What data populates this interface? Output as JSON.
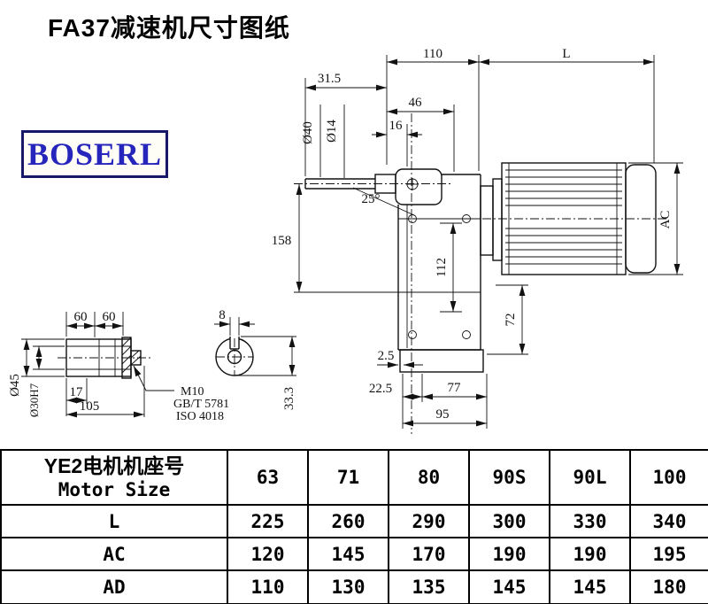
{
  "title": "FA37减速机尺寸图纸",
  "logo": {
    "text": "BOSERL"
  },
  "drawing": {
    "top": {
      "d110": "110",
      "dL": "L",
      "d31_5": "31.5",
      "d46": "46",
      "d16": "16",
      "dia40": "Ø40",
      "dia14": "Ø14",
      "ang25": "25°"
    },
    "main": {
      "d158": "158",
      "d112": "112",
      "dAC": "AC",
      "d72": "72",
      "d2_5": "2.5",
      "d22_5": "22.5",
      "d77": "77",
      "d95": "95"
    },
    "detail": {
      "d60a": "60",
      "d60b": "60",
      "d8": "8",
      "dia45": "Ø45",
      "dia30": "Ø30H7",
      "d17": "17",
      "d105": "105",
      "m10": "M10",
      "gbt": "GB/T 5781",
      "iso": "ISO 4018",
      "d33_3": "33.3"
    }
  },
  "table": {
    "header_cn": "YE2电机机座号",
    "header_en": "Motor Size",
    "columns": [
      "63",
      "71",
      "80",
      "90S",
      "90L",
      "100"
    ],
    "rows": [
      {
        "label": "L",
        "values": [
          "225",
          "260",
          "290",
          "300",
          "330",
          "340"
        ]
      },
      {
        "label": "AC",
        "values": [
          "120",
          "145",
          "170",
          "190",
          "190",
          "195"
        ]
      },
      {
        "label": "AD",
        "values": [
          "110",
          "130",
          "135",
          "145",
          "145",
          "180"
        ]
      }
    ]
  },
  "colors": {
    "line": "#111111",
    "logo_text": "#2626bd",
    "logo_border": "#181868"
  }
}
